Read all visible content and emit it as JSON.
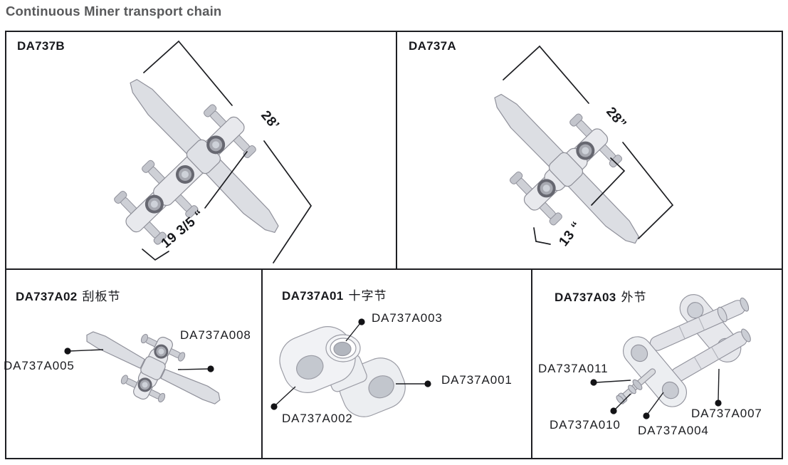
{
  "page_title": "Continuous Miner transport chain",
  "panels": {
    "da737b": {
      "title": "DA737B",
      "dim_length": "28’",
      "dim_width": "19 3/5 “"
    },
    "da737a": {
      "title": "DA737A",
      "dim_length": "28”",
      "dim_width": "13 “"
    },
    "da737a02": {
      "title": "DA737A02",
      "subtitle": "刮板节",
      "labels": {
        "a005": "DA737A005",
        "a008": "DA737A008"
      }
    },
    "da737a01": {
      "title": "DA737A01",
      "subtitle": "十字节",
      "labels": {
        "a001": "DA737A001",
        "a002": "DA737A002",
        "a003": "DA737A003"
      }
    },
    "da737a03": {
      "title": "DA737A03",
      "subtitle": "外节",
      "labels": {
        "a004": "DA737A004",
        "a007": "DA737A007",
        "a010": "DA737A010",
        "a011": "DA737A011"
      }
    }
  },
  "colors": {
    "title_gray": "#58595b",
    "line_black": "#1c1d21",
    "part_fill": "#e8e9ed",
    "part_stroke": "#90919b"
  }
}
